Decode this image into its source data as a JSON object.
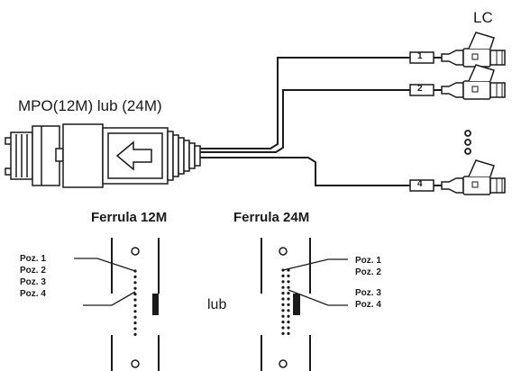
{
  "labels": {
    "lc": "LC",
    "mpo": "MPO(12M) lub (24M)",
    "ferrula_12m": "Ferrula 12M",
    "ferrula_24m": "Ferrula 24M",
    "lub": "lub"
  },
  "fibers": [
    {
      "label": "1"
    },
    {
      "label": "2"
    },
    {
      "label": "4"
    }
  ],
  "positions_left": [
    "Poz. 1",
    "Poz. 2",
    "Poz. 3",
    "Poz. 4"
  ],
  "positions_right": [
    "Poz. 1",
    "Poz. 2",
    "Poz. 3",
    "Poz. 4"
  ],
  "colors": {
    "line": "#1a1a1a",
    "background": "#ffffff"
  }
}
